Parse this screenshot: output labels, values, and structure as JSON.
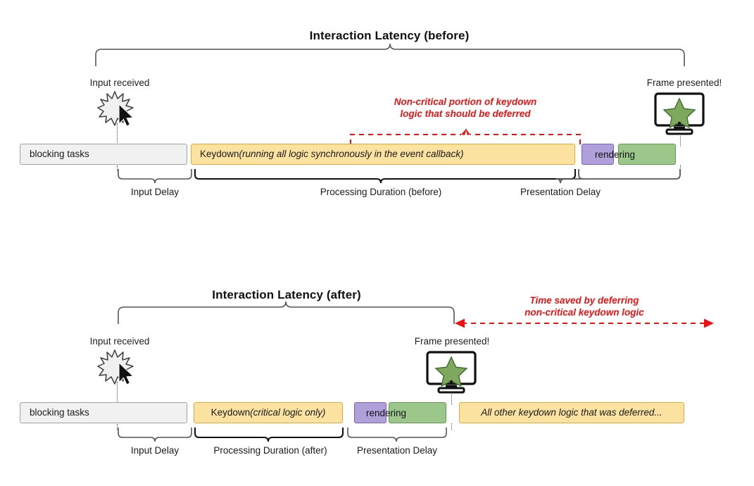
{
  "page": {
    "background": "#ffffff",
    "accent_red": "#ee1111",
    "yellow_fill": "#fce2a0",
    "yellow_border": "#e5a93a",
    "purple_fill": "#b0a0da",
    "purple_border": "#7b5fc0",
    "green_fill": "#9cc78a",
    "green_border": "#5e9b4d",
    "gray_fill": "#f1f1f1",
    "gray_border": "#a0a0a0"
  },
  "before": {
    "title": "Interaction Latency (before)",
    "input_marker_label": "Input received",
    "input_marker_icon": "burst-cursor-icon",
    "frame_marker_label": "Frame presented!",
    "frame_marker_icon": "monitor-star-icon",
    "annotation": {
      "line1": "Non-critical portion of keydown",
      "line2": "logic that should be deferred",
      "color": "#ee1111"
    },
    "bars": [
      {
        "name": "blocking-tasks-bar",
        "label": "blocking tasks",
        "label_italic": "",
        "style": "gray"
      },
      {
        "name": "keydown-bar",
        "label": "Keydown ",
        "label_italic": "(running all logic synchronously in the event callback)",
        "style": "yellow"
      },
      {
        "name": "rendering-purple-bar",
        "label": "",
        "label_italic": "",
        "style": "purple"
      },
      {
        "name": "rendering-green-bar",
        "label": "",
        "label_italic": "",
        "style": "green"
      }
    ],
    "rendering_overlay_label": "rendering",
    "brace_labels": [
      "Input Delay",
      "Processing Duration (before)",
      "Presentation Delay"
    ]
  },
  "after": {
    "title": "Interaction Latency (after)",
    "input_marker_label": "Input received",
    "input_marker_icon": "burst-cursor-icon",
    "frame_marker_label": "Frame presented!",
    "frame_marker_icon": "monitor-star-icon",
    "annotation": {
      "line1": "Time saved by deferring",
      "line2": "non-critical keydown logic",
      "color": "#ee1111"
    },
    "bars": [
      {
        "name": "blocking-tasks-bar",
        "label": "blocking tasks",
        "label_italic": "",
        "style": "gray"
      },
      {
        "name": "keydown-bar",
        "label": "Keydown ",
        "label_italic": "(critical logic only)",
        "style": "yellow"
      },
      {
        "name": "rendering-purple-bar",
        "label": "",
        "label_italic": "",
        "style": "purple"
      },
      {
        "name": "rendering-green-bar",
        "label": "",
        "label_italic": "",
        "style": "green"
      },
      {
        "name": "deferred-work-bar",
        "label": "",
        "label_italic": "All other keydown logic that was deferred...",
        "style": "yellow"
      }
    ],
    "rendering_overlay_label": "rendering",
    "brace_labels": [
      "Input Delay",
      "Processing Duration (after)",
      "Presentation Delay"
    ]
  }
}
